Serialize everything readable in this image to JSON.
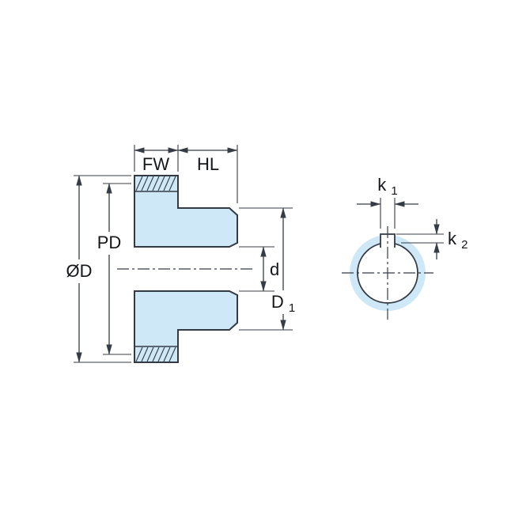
{
  "colors": {
    "part_fill": "#cfe8f7",
    "part_outline": "#333a44",
    "dimension_lines": "#363c46",
    "text": "#14161a",
    "background": "#ffffff"
  },
  "side_view": {
    "labels": {
      "outside_diameter": "ØD",
      "pitch_diameter": "PD",
      "face_width": "FW",
      "hub_length": "HL",
      "bore_diameter": "d",
      "hub_diameter": {
        "main": "D",
        "sub": "1"
      }
    }
  },
  "end_view": {
    "labels": {
      "keyway_width": {
        "main": "k",
        "sub": "1"
      },
      "keyway_depth": {
        "main": "k",
        "sub": "2"
      }
    }
  }
}
